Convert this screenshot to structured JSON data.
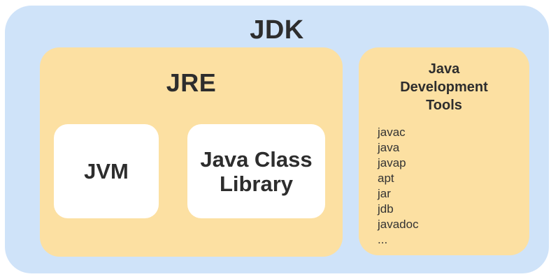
{
  "diagram": {
    "jdk": {
      "label": "JDK"
    },
    "jre": {
      "label": "JRE",
      "jvm_label": "JVM",
      "jcl_label": "Java Class Library"
    },
    "tools": {
      "title": "Java Development Tools",
      "items": [
        "javac",
        "java",
        "javap",
        "apt",
        "jar",
        "jdb",
        "javadoc",
        "..."
      ]
    },
    "colors": {
      "outer_box": "#cfe3f9",
      "inner_box": "#fce0a2",
      "leaf_box": "#ffffff",
      "text": "#2d2d2d"
    }
  }
}
